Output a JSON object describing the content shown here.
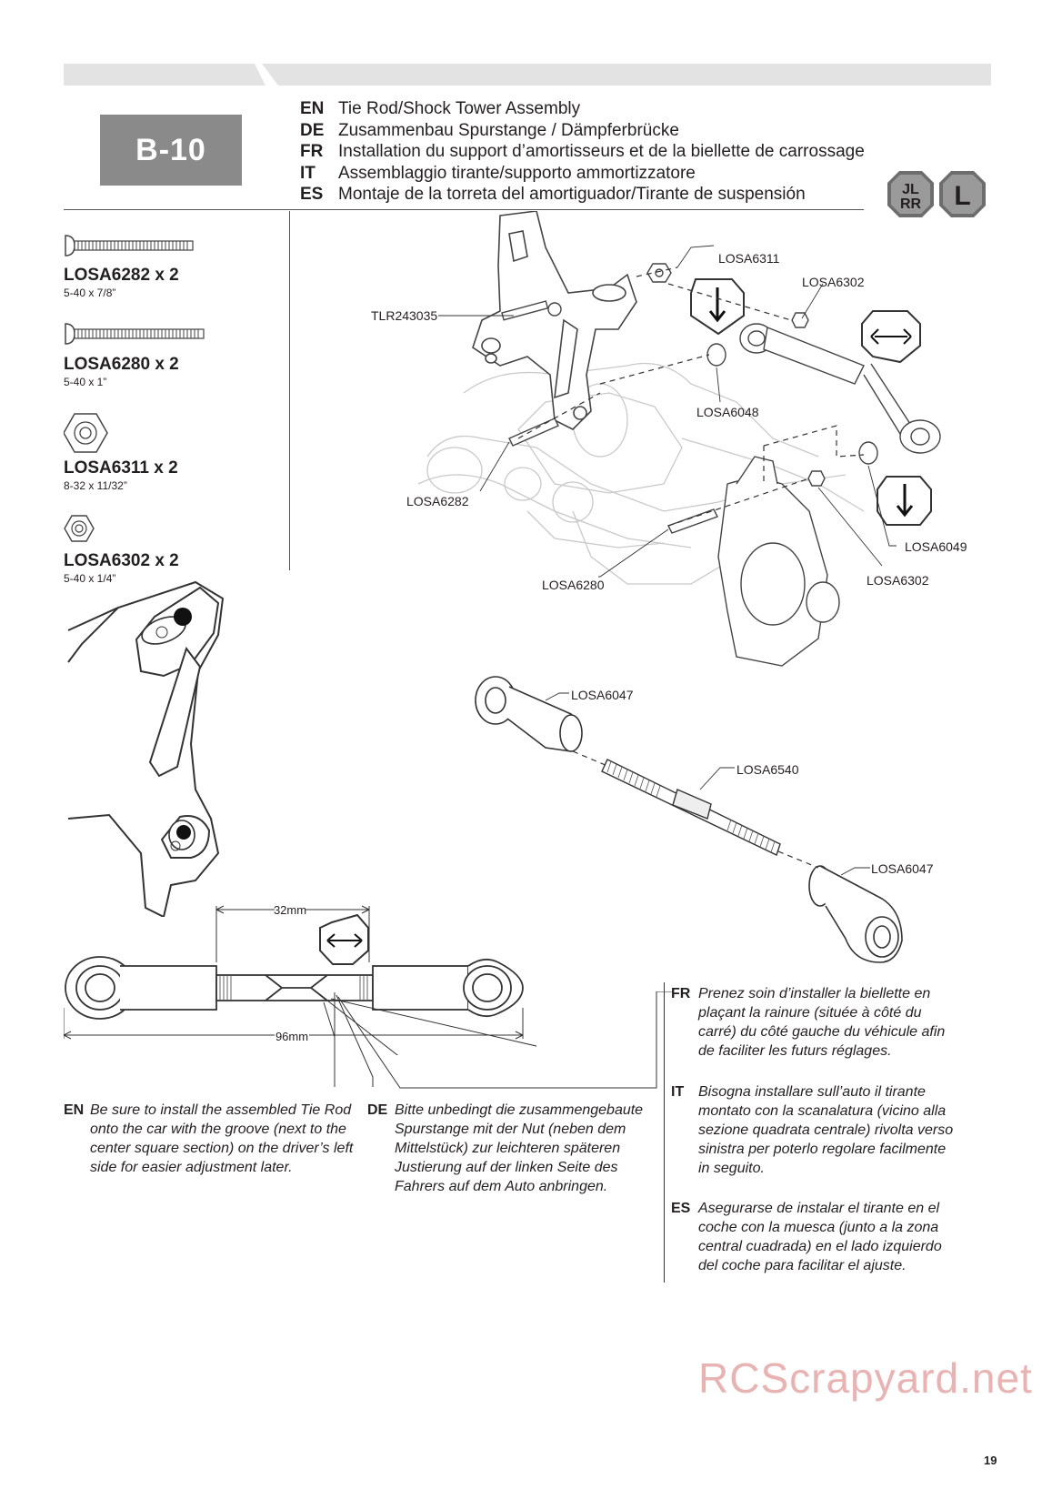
{
  "header": {
    "step": "B-10",
    "titles": [
      {
        "code": "EN",
        "text": "Tie Rod/Shock Tower Assembly"
      },
      {
        "code": "DE",
        "text": "Zusammenbau Spurstange / Dämpferbrücke"
      },
      {
        "code": "FR",
        "text": "Installation du support d’amortisseurs et de la biellette de carrossage"
      },
      {
        "code": "IT",
        "text": "Assemblaggio tirante/supporto ammortizzatore"
      },
      {
        "code": "ES",
        "text": "Montaje de la torreta del amortiguador/Tirante de suspensión"
      }
    ],
    "badge_right": "L"
  },
  "parts": [
    {
      "name": "LOSA6282 x 2",
      "size": "5-40 x 7/8”"
    },
    {
      "name": "LOSA6280 x 2",
      "size": "5-40 x 1”"
    },
    {
      "name": "LOSA6311 x 2",
      "size": "8-32 x 11/32”"
    },
    {
      "name": "LOSA6302 x 2",
      "size": "5-40 x 1/4”"
    }
  ],
  "callouts": {
    "c_6311": "LOSA6311",
    "c_6302a": "LOSA6302",
    "c_tlr": "TLR243035",
    "c_6048": "LOSA6048",
    "c_6282": "LOSA6282",
    "c_6049": "LOSA6049",
    "c_6280": "LOSA6280",
    "c_6302b": "LOSA6302",
    "c_6047a": "LOSA6047",
    "c_6540": "LOSA6540",
    "c_6047b": "LOSA6047"
  },
  "dimensions": {
    "inner": "32mm",
    "overall": "96mm"
  },
  "notes": {
    "en": {
      "code": "EN",
      "text": "Be sure to install the assembled Tie Rod onto the car with the groove (next to the center square section) on the driver’s left side for easier adjustment later."
    },
    "de": {
      "code": "DE",
      "text": "Bitte unbedingt die zusammengebaute Spurstange mit der Nut (neben dem Mittelstück) zur leichteren späteren Justierung auf der linken Seite des Fahrers auf dem Auto anbringen."
    },
    "fr": {
      "code": "FR",
      "text": "Prenez soin d’installer la biellette en plaçant la rainure (située à côté du carré) du côté gauche du véhicule afin de faciliter les futurs réglages."
    },
    "it": {
      "code": "IT",
      "text": "Bisogna installare sull’auto il tirante montato con la scanalatura (vicino alla sezione quadrata centrale) rivolta verso sinistra per poterlo regolare facilmente in seguito."
    },
    "es": {
      "code": "ES",
      "text": "Asegurarse de instalar el tirante en el coche con la muesca (junto a la zona central cuadrada) en el lado izquierdo del coche para facilitar el ajuste."
    }
  },
  "footer": {
    "brand": "RCScrapyard.net",
    "page": "19"
  },
  "colors": {
    "step_box": "#8a8a8a",
    "top_bar": "#e3e3e3",
    "badge": "#6d6d6d",
    "watermark": "#e8b3b3"
  }
}
